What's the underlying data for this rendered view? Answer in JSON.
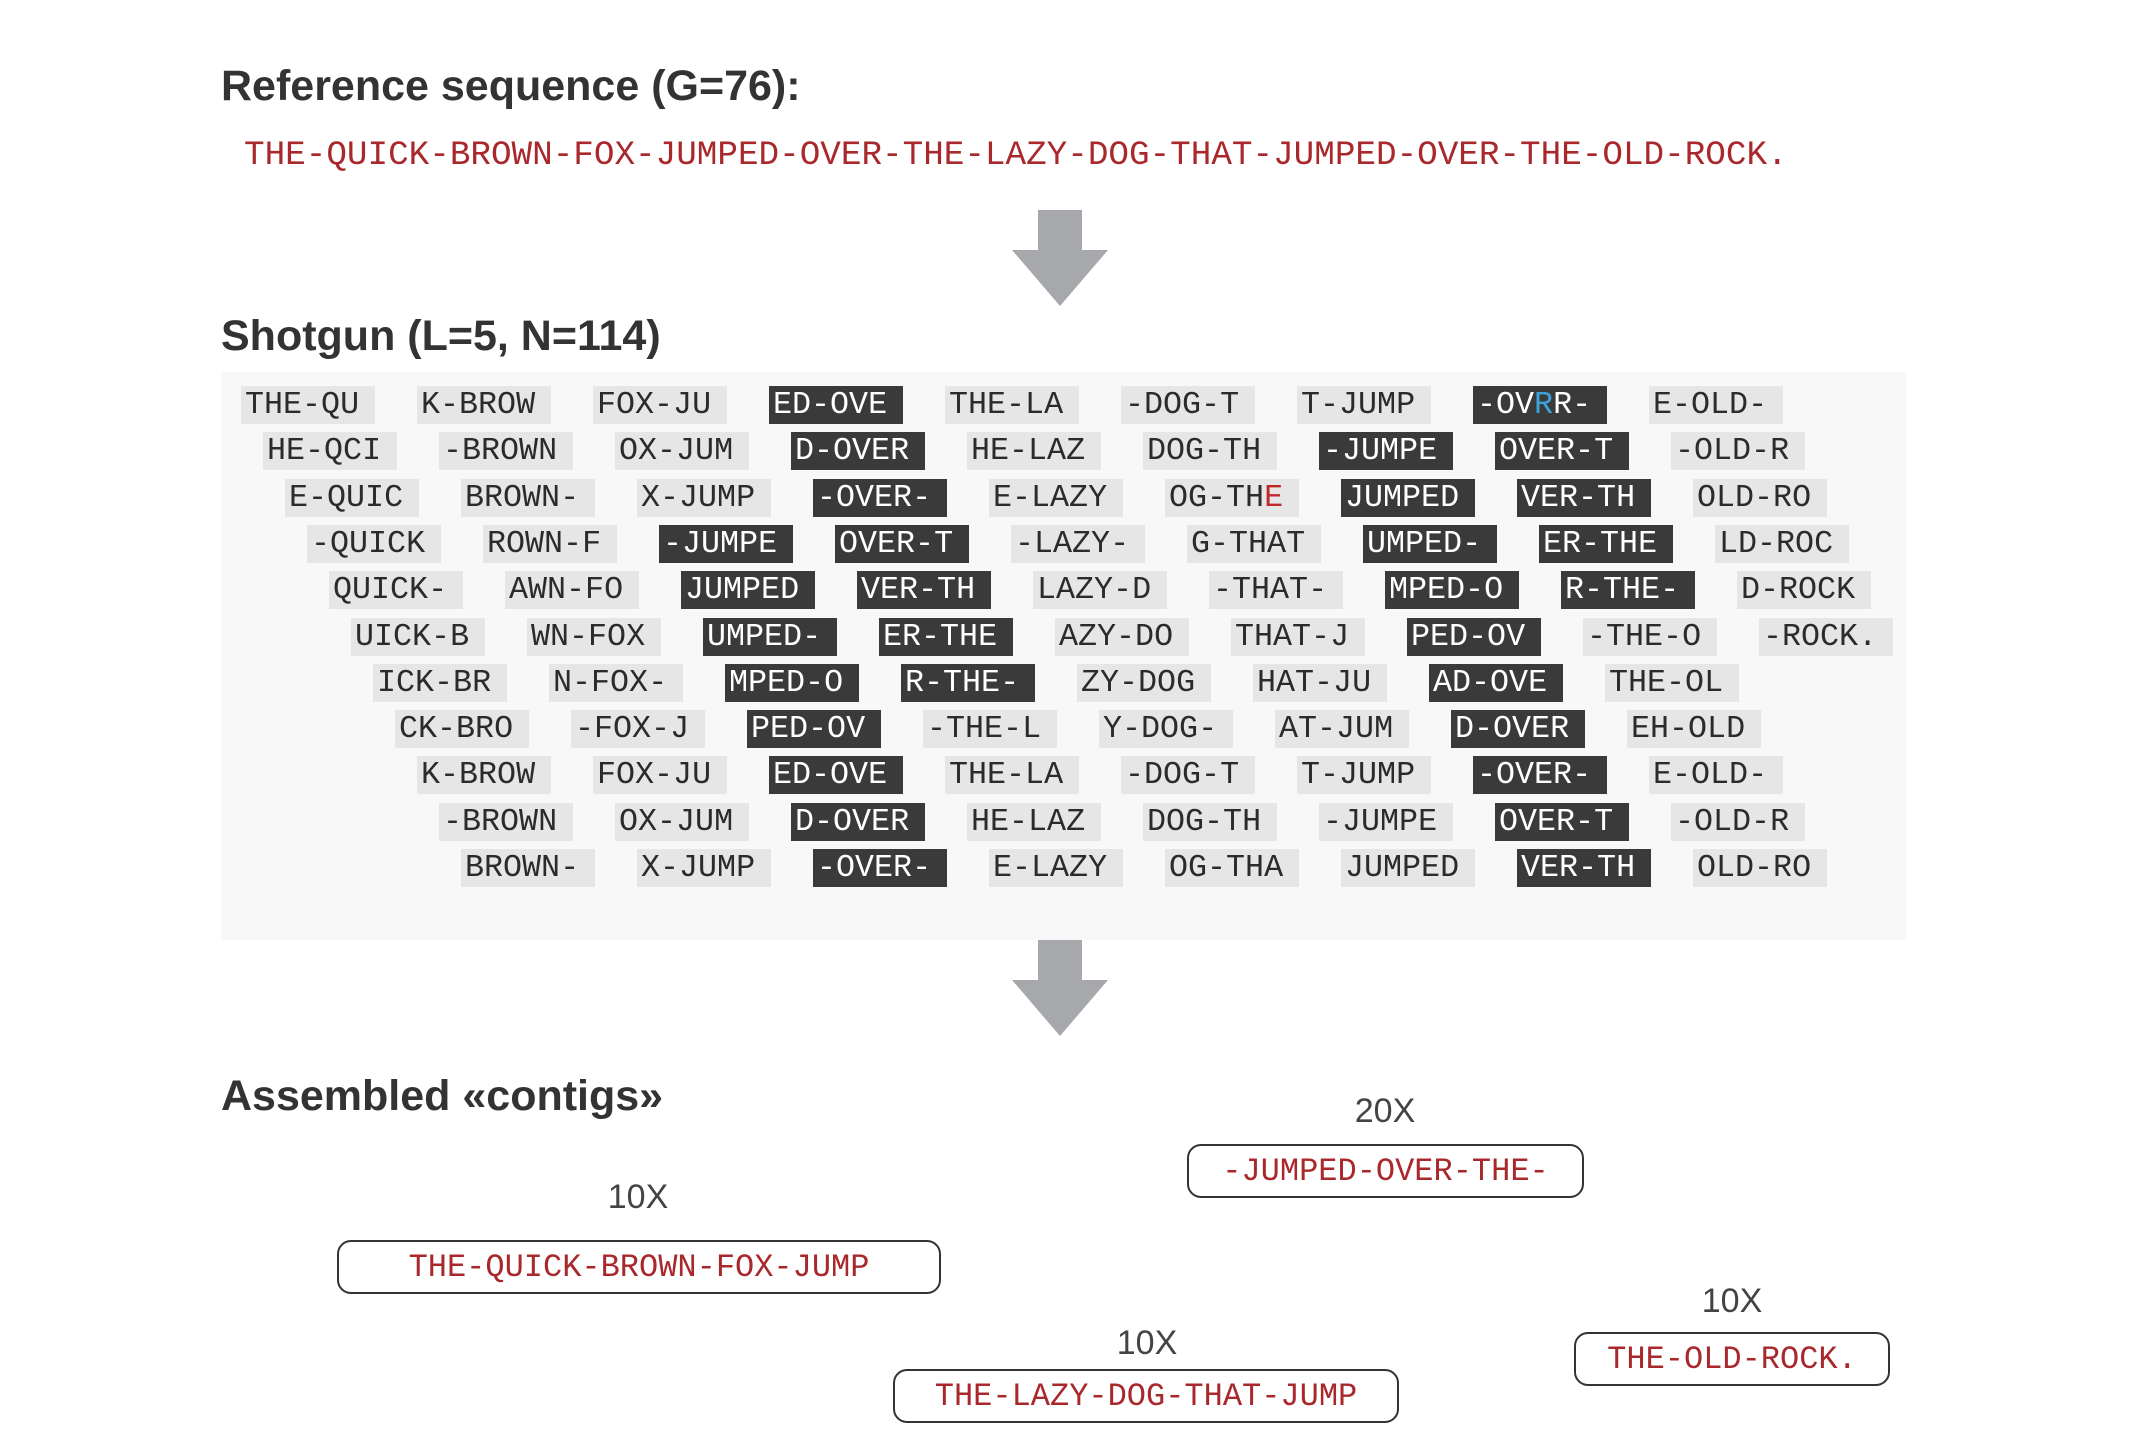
{
  "reference": {
    "heading": "Reference sequence (G=76):",
    "sequence": "THE-QUICK-BROWN-FOX-JUMPED-OVER-THE-LAZY-DOG-THAT-JUMPED-OVER-THE-OLD-ROCK."
  },
  "shotgun": {
    "heading": "Shotgun (L=5, N=114)",
    "rows": [
      [
        {
          "t": "THE-QU",
          "d": false
        },
        {
          "t": "K-BROW",
          "d": false
        },
        {
          "t": "FOX-JU",
          "d": false
        },
        {
          "t": "ED-OVE",
          "d": true
        },
        {
          "t": "THE-LA",
          "d": false
        },
        {
          "t": "-DOG-T",
          "d": false
        },
        {
          "t": "T-JUMP",
          "d": false
        },
        {
          "t": "-OV",
          "d": true,
          "err": "R",
          "errc": "blue",
          "post": "R-"
        },
        {
          "t": "E-OLD-",
          "d": false
        }
      ],
      [
        {
          "t": "HE-QCI",
          "d": false
        },
        {
          "t": "-BROWN",
          "d": false
        },
        {
          "t": "OX-JUM",
          "d": false
        },
        {
          "t": "D-OVER",
          "d": true
        },
        {
          "t": "HE-LAZ",
          "d": false
        },
        {
          "t": "DOG-TH",
          "d": false
        },
        {
          "t": "-JUMPE",
          "d": true
        },
        {
          "t": "OVER-T",
          "d": true
        },
        {
          "t": "-OLD-R",
          "d": false
        }
      ],
      [
        {
          "t": "E-QUIC",
          "d": false
        },
        {
          "t": "BROWN-",
          "d": false
        },
        {
          "t": "X-JUMP",
          "d": false
        },
        {
          "t": "-OVER-",
          "d": true
        },
        {
          "t": "E-LAZY",
          "d": false
        },
        {
          "t": "OG-TH",
          "d": false,
          "err": "E",
          "errc": "red",
          "post": ""
        },
        {
          "t": "JUMPED",
          "d": true
        },
        {
          "t": "VER-TH",
          "d": true
        },
        {
          "t": "OLD-RO",
          "d": false
        }
      ],
      [
        {
          "t": "-QUICK",
          "d": false
        },
        {
          "t": "ROWN-F",
          "d": false
        },
        {
          "t": "-JUMPE",
          "d": true
        },
        {
          "t": "OVER-T",
          "d": true
        },
        {
          "t": "-LAZY-",
          "d": false
        },
        {
          "t": "G-THAT",
          "d": false
        },
        {
          "t": "UMPED-",
          "d": true
        },
        {
          "t": "ER-THE",
          "d": true
        },
        {
          "t": "LD-ROC",
          "d": false
        }
      ],
      [
        {
          "t": "QUICK-",
          "d": false
        },
        {
          "t": "AWN-FO",
          "d": false
        },
        {
          "t": "JUMPED",
          "d": true
        },
        {
          "t": "VER-TH",
          "d": true
        },
        {
          "t": "LAZY-D",
          "d": false
        },
        {
          "t": "-THAT-",
          "d": false
        },
        {
          "t": "MPED-O",
          "d": true
        },
        {
          "t": "R-THE-",
          "d": true
        },
        {
          "t": "D-ROCK",
          "d": false
        }
      ],
      [
        {
          "t": "UICK-B",
          "d": false
        },
        {
          "t": "WN-FOX",
          "d": false
        },
        {
          "t": "UMPED-",
          "d": true
        },
        {
          "t": "ER-THE",
          "d": true
        },
        {
          "t": "AZY-DO",
          "d": false
        },
        {
          "t": "THAT-J",
          "d": false
        },
        {
          "t": "PED-OV",
          "d": true
        },
        {
          "t": "-THE-O",
          "d": false
        },
        {
          "t": "-ROCK.",
          "d": false
        }
      ],
      [
        {
          "t": "ICK-BR",
          "d": false
        },
        {
          "t": "N-FOX-",
          "d": false
        },
        {
          "t": "MPED-O",
          "d": true
        },
        {
          "t": "R-THE-",
          "d": true
        },
        {
          "t": "ZY-DOG",
          "d": false
        },
        {
          "t": "HAT-JU",
          "d": false
        },
        {
          "t": "AD-OVE",
          "d": true
        },
        {
          "t": "THE-OL",
          "d": false
        }
      ],
      [
        {
          "t": "CK-BRO",
          "d": false
        },
        {
          "t": "-FOX-J",
          "d": false
        },
        {
          "t": "PED-OV",
          "d": true
        },
        {
          "t": "-THE-L",
          "d": false
        },
        {
          "t": "Y-DOG-",
          "d": false
        },
        {
          "t": "AT-JUM",
          "d": false
        },
        {
          "t": "D-OVER",
          "d": true
        },
        {
          "t": "EH-OLD",
          "d": false
        }
      ],
      [
        {
          "t": "K-BROW",
          "d": false
        },
        {
          "t": "FOX-JU",
          "d": false
        },
        {
          "t": "ED-OVE",
          "d": true
        },
        {
          "t": "THE-LA",
          "d": false
        },
        {
          "t": "-DOG-T",
          "d": false
        },
        {
          "t": "T-JUMP",
          "d": false
        },
        {
          "t": "-OVER-",
          "d": true
        },
        {
          "t": "E-OLD-",
          "d": false
        }
      ],
      [
        {
          "t": "-BROWN",
          "d": false
        },
        {
          "t": "OX-JUM",
          "d": false
        },
        {
          "t": "D-OVER",
          "d": true
        },
        {
          "t": "HE-LAZ",
          "d": false
        },
        {
          "t": "DOG-TH",
          "d": false
        },
        {
          "t": "-JUMPE",
          "d": false
        },
        {
          "t": "OVER-T",
          "d": true
        },
        {
          "t": "-OLD-R",
          "d": false
        }
      ],
      [
        {
          "t": "BROWN-",
          "d": false
        },
        {
          "t": "X-JUMP",
          "d": false
        },
        {
          "t": "-OVER-",
          "d": true
        },
        {
          "t": "E-LAZY",
          "d": false
        },
        {
          "t": "OG-THA",
          "d": false
        },
        {
          "t": "JUMPED",
          "d": false
        },
        {
          "t": "VER-TH",
          "d": true
        },
        {
          "t": "OLD-RO",
          "d": false
        }
      ]
    ]
  },
  "contigs": {
    "heading": "Assembled «contigs»",
    "items": [
      {
        "coverage": "10X",
        "sequence": "THE-QUICK-BROWN-FOX-JUMP"
      },
      {
        "coverage": "20X",
        "sequence": "-JUMPED-OVER-THE-"
      },
      {
        "coverage": "10X",
        "sequence": "THE-LAZY-DOG-THAT-JUMP"
      },
      {
        "coverage": "10X",
        "sequence": "THE-OLD-ROCK."
      }
    ]
  },
  "colors": {
    "sequence_text": "#a8282c",
    "read_light_bg": "#e6e6e6",
    "read_dark_bg": "#3a3a3a",
    "arrow": "#a7a8ab",
    "error_blue": "#3aa3dc",
    "error_red": "#c0282c"
  }
}
